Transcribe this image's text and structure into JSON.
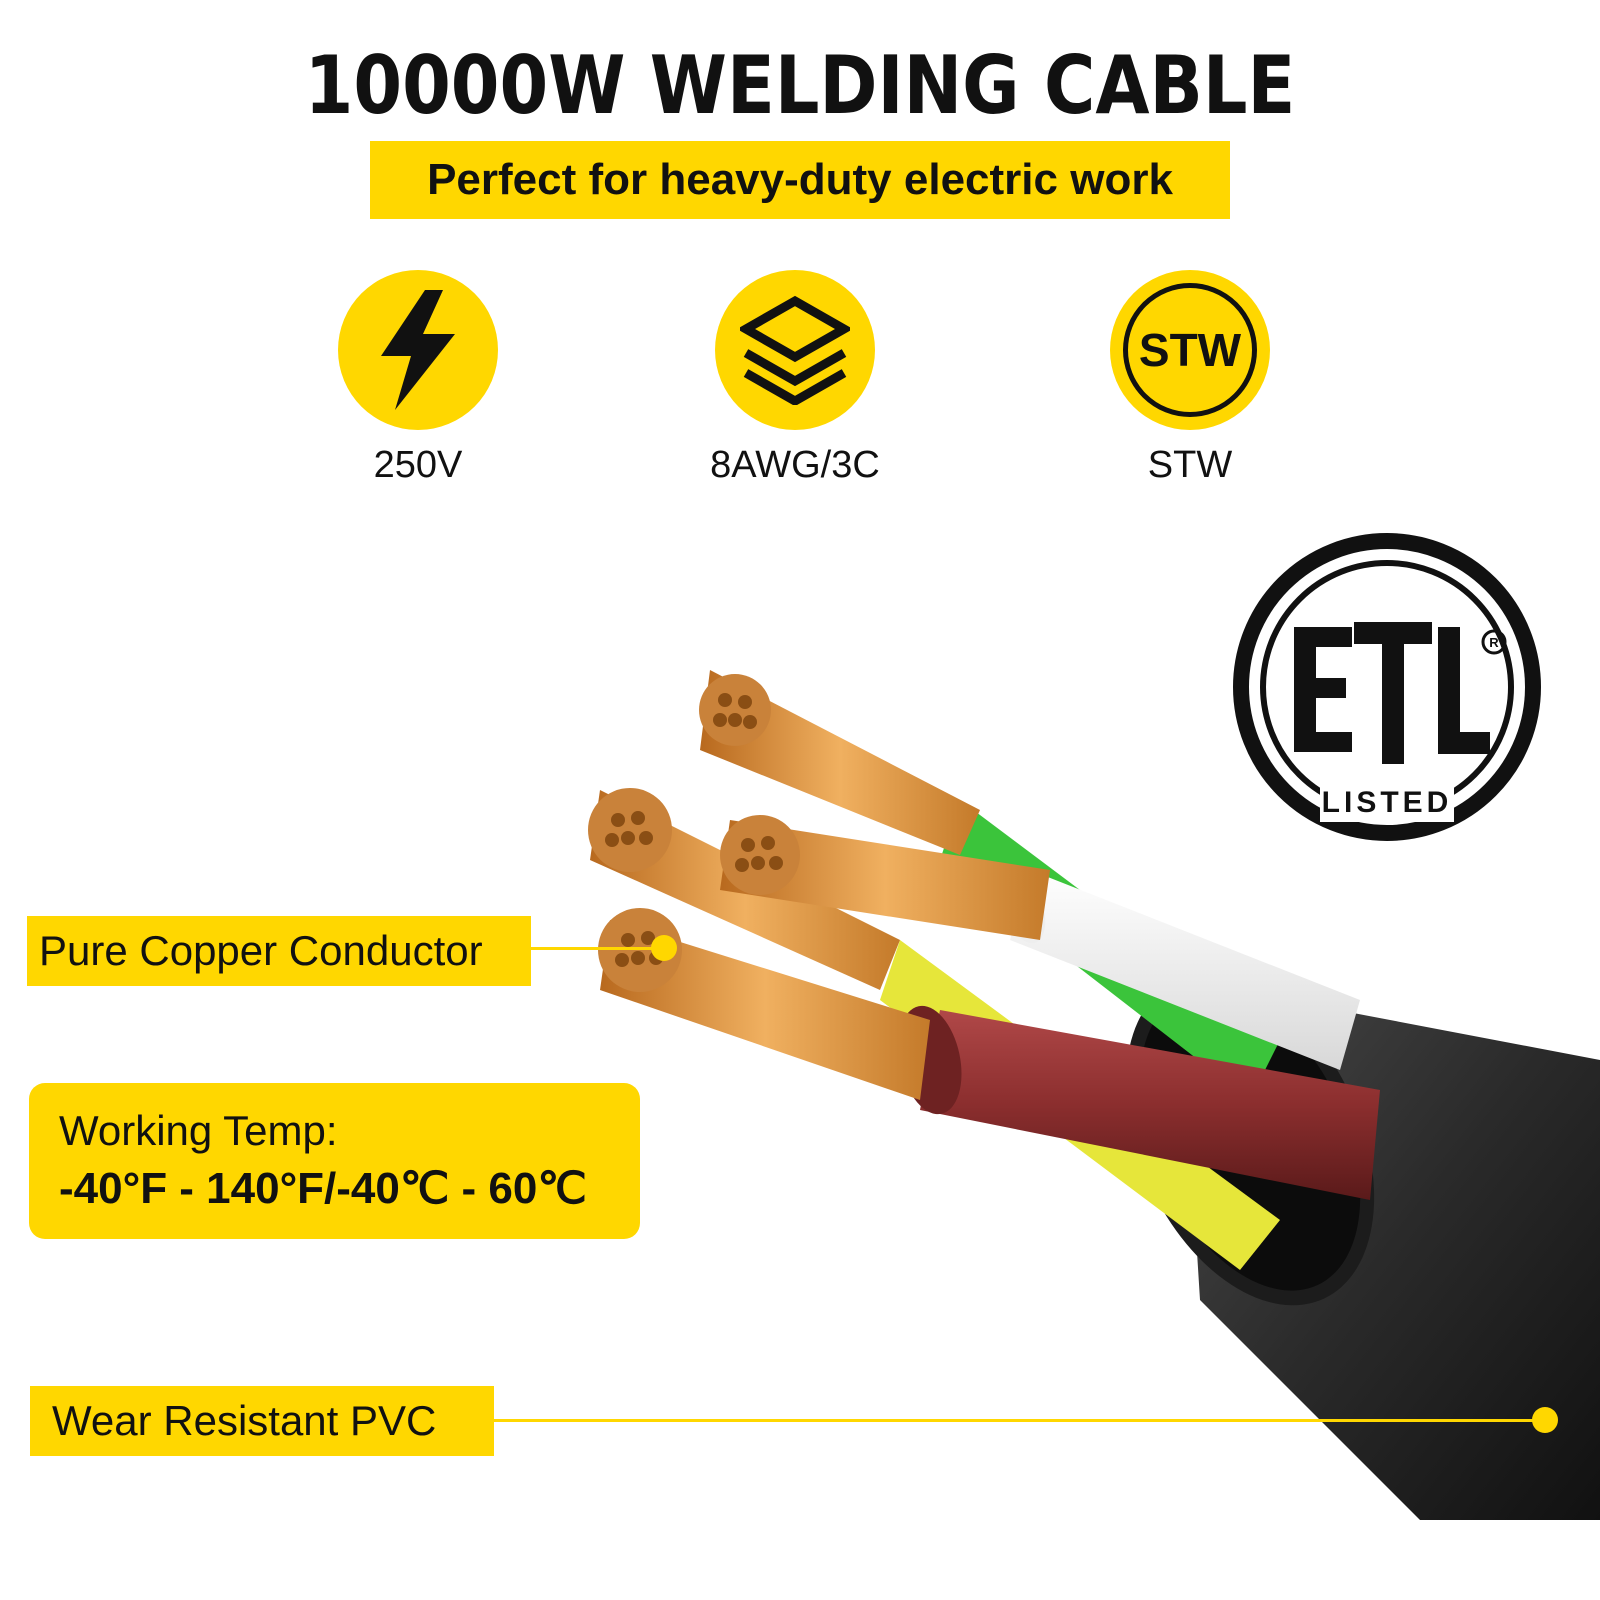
{
  "header": {
    "title": "10000W WELDING CABLE",
    "subtitle": "Perfect for heavy-duty electric work"
  },
  "features": [
    {
      "icon": "lightning-bolt-icon",
      "label": "250V"
    },
    {
      "icon": "layers-icon",
      "label": "8AWG/3C"
    },
    {
      "icon": "stw-badge-icon",
      "badge_text": "STW",
      "label": "STW"
    }
  ],
  "certification": {
    "mark": "ETL",
    "listed_text": "LISTED"
  },
  "callouts": {
    "copper": "Pure Copper Conductor",
    "temp_label": "Working Temp:",
    "temp_value": "-40°F - 140°F/-40℃ - 60℃",
    "pvc": "Wear Resistant PVC"
  },
  "colors": {
    "accent": "#FFD700",
    "text": "#111111",
    "jacket": "#2a2a2a",
    "copper": "#D4892F",
    "wire_red": "#8B2E2E",
    "wire_white": "#F2F2F2",
    "wire_green": "#3BC43B",
    "wire_yellow": "#E6E63A"
  }
}
